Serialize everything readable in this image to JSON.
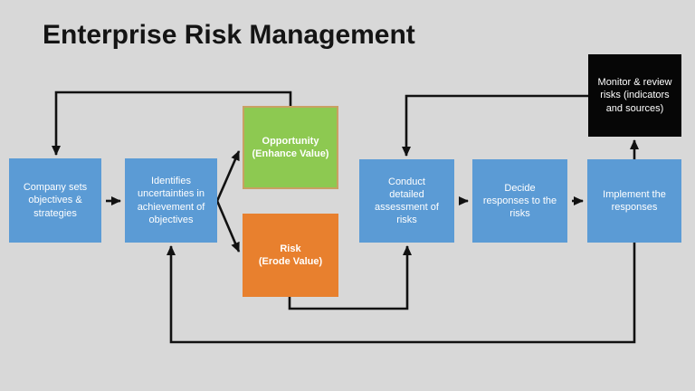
{
  "title": "Enterprise Risk Management",
  "diagram": {
    "nodes": [
      {
        "id": "company",
        "label": "Company sets\nobjectives &\nstrategies",
        "shape": "rect",
        "fill": "#5b9bd5"
      },
      {
        "id": "identify",
        "label": "Identifies\nuncertainties in\nachievement of\nobjectives",
        "shape": "rect",
        "fill": "#5b9bd5"
      },
      {
        "id": "opportunity",
        "label": "Opportunity\n(Enhance Value)",
        "shape": "rect",
        "fill": "#8dc951",
        "border": "#c9a063"
      },
      {
        "id": "risk",
        "label": "Risk\n(Erode Value)",
        "shape": "rect",
        "fill": "#e8802e"
      },
      {
        "id": "assess",
        "label": "Conduct\ndetailed\nassessment of\nrisks",
        "shape": "rect",
        "fill": "#5b9bd5"
      },
      {
        "id": "decide",
        "label": "Decide\nresponses to the\nrisks",
        "shape": "rect",
        "fill": "#5b9bd5"
      },
      {
        "id": "implement",
        "label": "Implement the\nresponses",
        "shape": "rect",
        "fill": "#5b9bd5"
      },
      {
        "id": "monitor",
        "label": "Monitor & review\nrisks (indicators\nand sources)",
        "shape": "rect",
        "fill": "#060606"
      }
    ],
    "colors": {
      "background": "#d8d8d8",
      "process_blue": "#5b9bd5",
      "opportunity_green": "#8dc951",
      "opportunity_border": "#c9a063",
      "risk_orange": "#e8802e",
      "monitor_black": "#060606",
      "arrow": "#111111",
      "title_text": "#141414",
      "node_text": "#ffffff"
    }
  }
}
